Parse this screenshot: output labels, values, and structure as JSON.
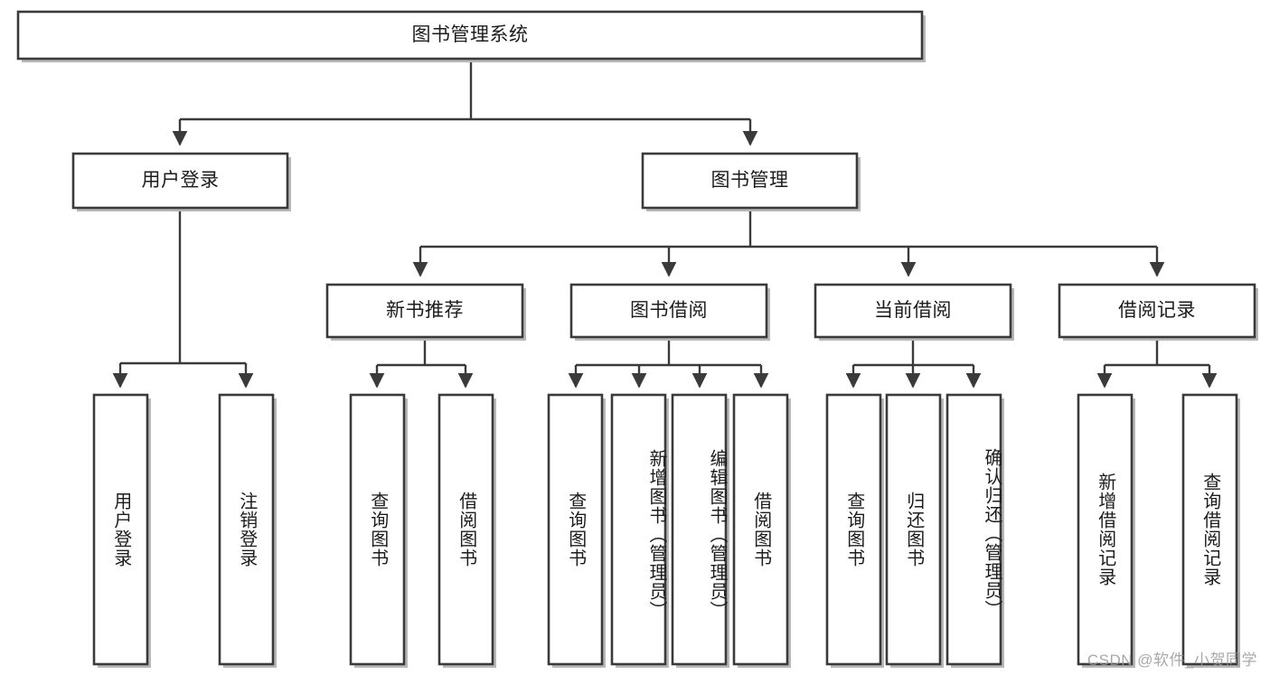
{
  "diagram": {
    "type": "tree",
    "title": "图书管理系统",
    "colors": {
      "background": "#ffffff",
      "box_fill": "#ffffff",
      "box_stroke": "#3a3a3a",
      "connector": "#3a3a3a",
      "text": "#1c1c1c",
      "watermark": "#9a9a9a"
    },
    "root": {
      "label": "图书管理系统"
    },
    "level2": [
      {
        "label": "用户登录"
      },
      {
        "label": "图书管理"
      }
    ],
    "level3": [
      {
        "label": "新书推荐"
      },
      {
        "label": "图书借阅"
      },
      {
        "label": "当前借阅"
      },
      {
        "label": "借阅记录"
      }
    ],
    "leaves": {
      "user_login": [
        {
          "label": "用户登录"
        },
        {
          "label": "注销登录"
        }
      ],
      "new_book_recommend": [
        {
          "label": "查询图书"
        },
        {
          "label": "借阅图书"
        }
      ],
      "book_borrow": [
        {
          "label": "查询图书"
        },
        {
          "label": "新增图书（管理员）"
        },
        {
          "label": "编辑图书（管理员）"
        },
        {
          "label": "借阅图书"
        }
      ],
      "current_borrow": [
        {
          "label": "查询图书"
        },
        {
          "label": "归还图书"
        },
        {
          "label": "确认归还（管理员）"
        }
      ],
      "borrow_records": [
        {
          "label": "新增借阅记录"
        },
        {
          "label": "查询借阅记录"
        }
      ]
    }
  },
  "watermark": {
    "text": "CSDN @软件_小贺同学"
  }
}
